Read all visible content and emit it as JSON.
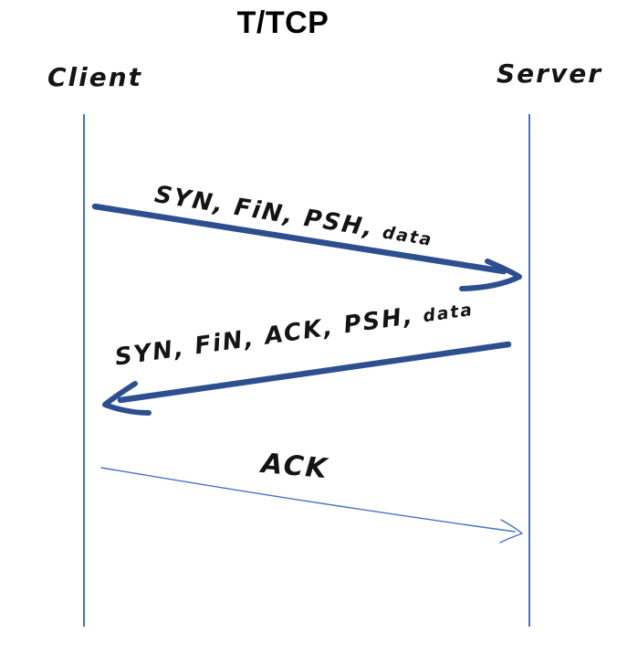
{
  "title": "T/TCP",
  "actors": [
    {
      "name": "Client"
    },
    {
      "name": "Server"
    }
  ],
  "messages": [
    {
      "from": "Client",
      "to": "Server",
      "label_main": "SYN, FiN, PSH,",
      "label_suffix": "data",
      "line_style": "thick"
    },
    {
      "from": "Server",
      "to": "Client",
      "label_main": "SYN, FiN, ACK, PSH,",
      "label_suffix": "data",
      "line_style": "thick"
    },
    {
      "from": "Client",
      "to": "Server",
      "label_main": "ACK",
      "label_suffix": "",
      "line_style": "thin"
    }
  ],
  "colors": {
    "message_arrow_thick": "#2e4f8f",
    "message_arrow_thin": "#4472c4",
    "lifeline": "#4472c4",
    "handwriting_text": "#141414",
    "title_text": "#000000"
  }
}
